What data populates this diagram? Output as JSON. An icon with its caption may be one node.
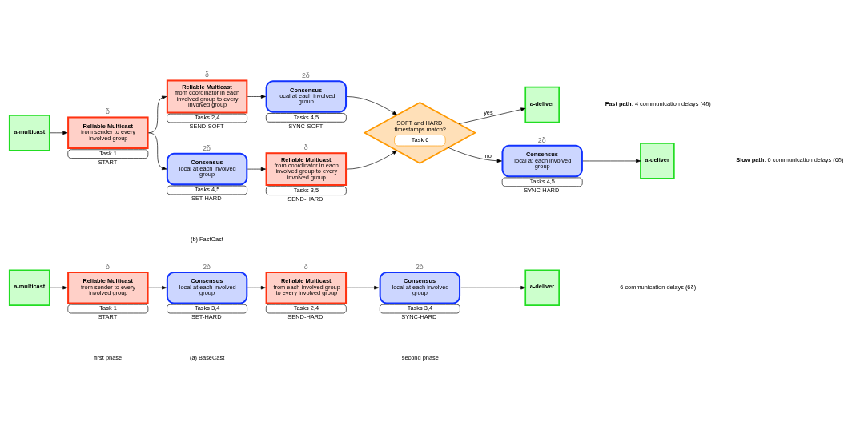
{
  "diagram": {
    "nodes": [
      {
        "text": [
          "a-multicast"
        ]
      },
      {
        "text": [
          "Reliable Multicast",
          "from sender to every involved group"
        ],
        "beside": [
          "δ",
          "Task 1",
          "START"
        ]
      },
      {
        "text": [
          "Consensus",
          "local at each involved group"
        ],
        "beside": [
          "2δ",
          "Tasks 3,4",
          "SET-HARD"
        ]
      },
      {
        "text": [
          "Reliable Multicast",
          "from each involved group to every involved group"
        ],
        "beside": [
          "δ",
          "Tasks 2,4",
          "SEND-HARD"
        ]
      },
      {
        "text": [
          "Consensus",
          "local at each involved group"
        ],
        "beside": [
          "2δ",
          "Tasks 3,4",
          "SYNC-HARD"
        ]
      },
      {
        "text": [
          "a-deliver"
        ]
      },
      {
        "text": [
          "a-multicast"
        ]
      },
      {
        "text": [
          "Reliable Multicast",
          "from sender to every involved group"
        ],
        "beside": [
          "δ",
          "Task 1",
          "START"
        ]
      },
      {
        "text": [
          "Reliable Multicast",
          "from coordinator in each involved group to every involved group"
        ],
        "beside": [
          "δ",
          "Tasks 2,4",
          "SEND-SOFT"
        ]
      },
      {
        "text": [
          "Consensus",
          "local at each involved group"
        ],
        "beside": [
          "2δ",
          "Tasks 4,5",
          "SYNC-SOFT"
        ]
      },
      {
        "text": [
          "Consensus",
          "local at each involved group"
        ],
        "beside": [
          "2δ",
          "Tasks 4,5",
          "SET-HARD"
        ]
      },
      {
        "text": [
          "Reliable Multicast",
          "from coordinator in each involved group to every involved group"
        ],
        "beside": [
          "δ",
          "Tasks 3,5",
          "SEND-HARD"
        ]
      },
      {
        "text": [
          "SOFT and HARD timestamps match?",
          "Task 6"
        ]
      },
      {
        "text": [
          "a-deliver"
        ]
      },
      {
        "text": [
          "Consensus",
          "local at each involved group"
        ],
        "beside": [
          "2δ",
          "Tasks 4,5",
          "SYNC-HARD"
        ]
      },
      {
        "text": [
          "a-deliver"
        ]
      }
    ],
    "edges": [
      {
        "from": 0,
        "to": 1,
        "arrow": "to"
      },
      {
        "from": 1,
        "to": 2,
        "arrow": "to"
      },
      {
        "from": 2,
        "to": 3,
        "arrow": "to"
      },
      {
        "from": 3,
        "to": 4,
        "arrow": "to"
      },
      {
        "from": 4,
        "to": 5,
        "arrow": "to"
      },
      {
        "from": 6,
        "to": 7,
        "arrow": "to"
      },
      {
        "from": 7,
        "to": 8,
        "arrow": "to"
      },
      {
        "from": 7,
        "to": 10,
        "arrow": "to"
      },
      {
        "from": 8,
        "to": 9,
        "arrow": "to"
      },
      {
        "from": 10,
        "to": 11,
        "arrow": "to"
      },
      {
        "from": 9,
        "to": 12,
        "arrow": "to"
      },
      {
        "from": 11,
        "to": 12,
        "arrow": "to"
      },
      {
        "from": 12,
        "to": 13,
        "arrow": "to",
        "label": "yes"
      },
      {
        "from": 12,
        "to": 14,
        "arrow": "to",
        "label": "no"
      },
      {
        "from": 14,
        "to": 15,
        "arrow": "to"
      }
    ],
    "labels": [
      "first phase",
      "second phase",
      "6 communication delays (6δ)",
      "(a) BaseCast",
      "**Fast path**: 4 communication delays (4δ)",
      "**Slow path**: 6 communication delays (6δ)",
      "(b) FastCast"
    ]
  }
}
